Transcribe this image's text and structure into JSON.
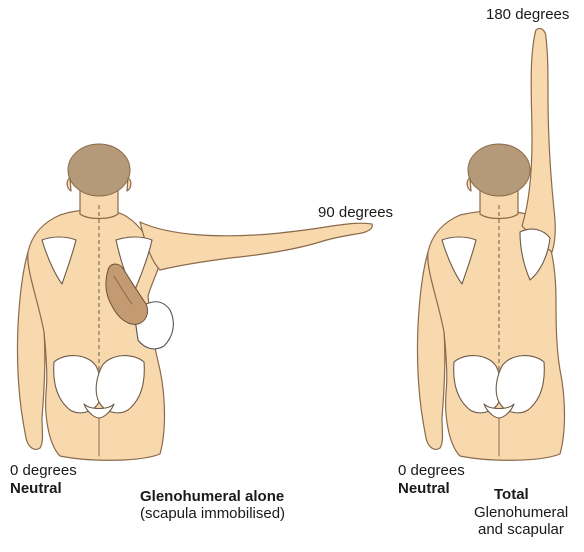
{
  "labels": {
    "left_angle_ninety": "90 degrees",
    "left_angle_zero": "0 degrees",
    "left_position": "Neutral",
    "left_mode_title": "Glenohumeral alone",
    "left_mode_note": "(scapula immobilised)",
    "right_angle_top": "180 degrees",
    "right_angle_zero": "0 degrees",
    "right_position": "Neutral",
    "right_mode_title": "Total",
    "right_mode_line1": "Glenohumeral",
    "right_mode_line2": "and scapular"
  },
  "colors": {
    "skin": "#f8d9ae",
    "skin_outline": "#8a6a4a",
    "hair": "#b59a7a",
    "bone": "#ffffff",
    "bone_outline": "#6e5a48",
    "examiner_hand": "#c49a72",
    "sleeve": "#ffffff",
    "spine_line": "#6e5a48"
  }
}
